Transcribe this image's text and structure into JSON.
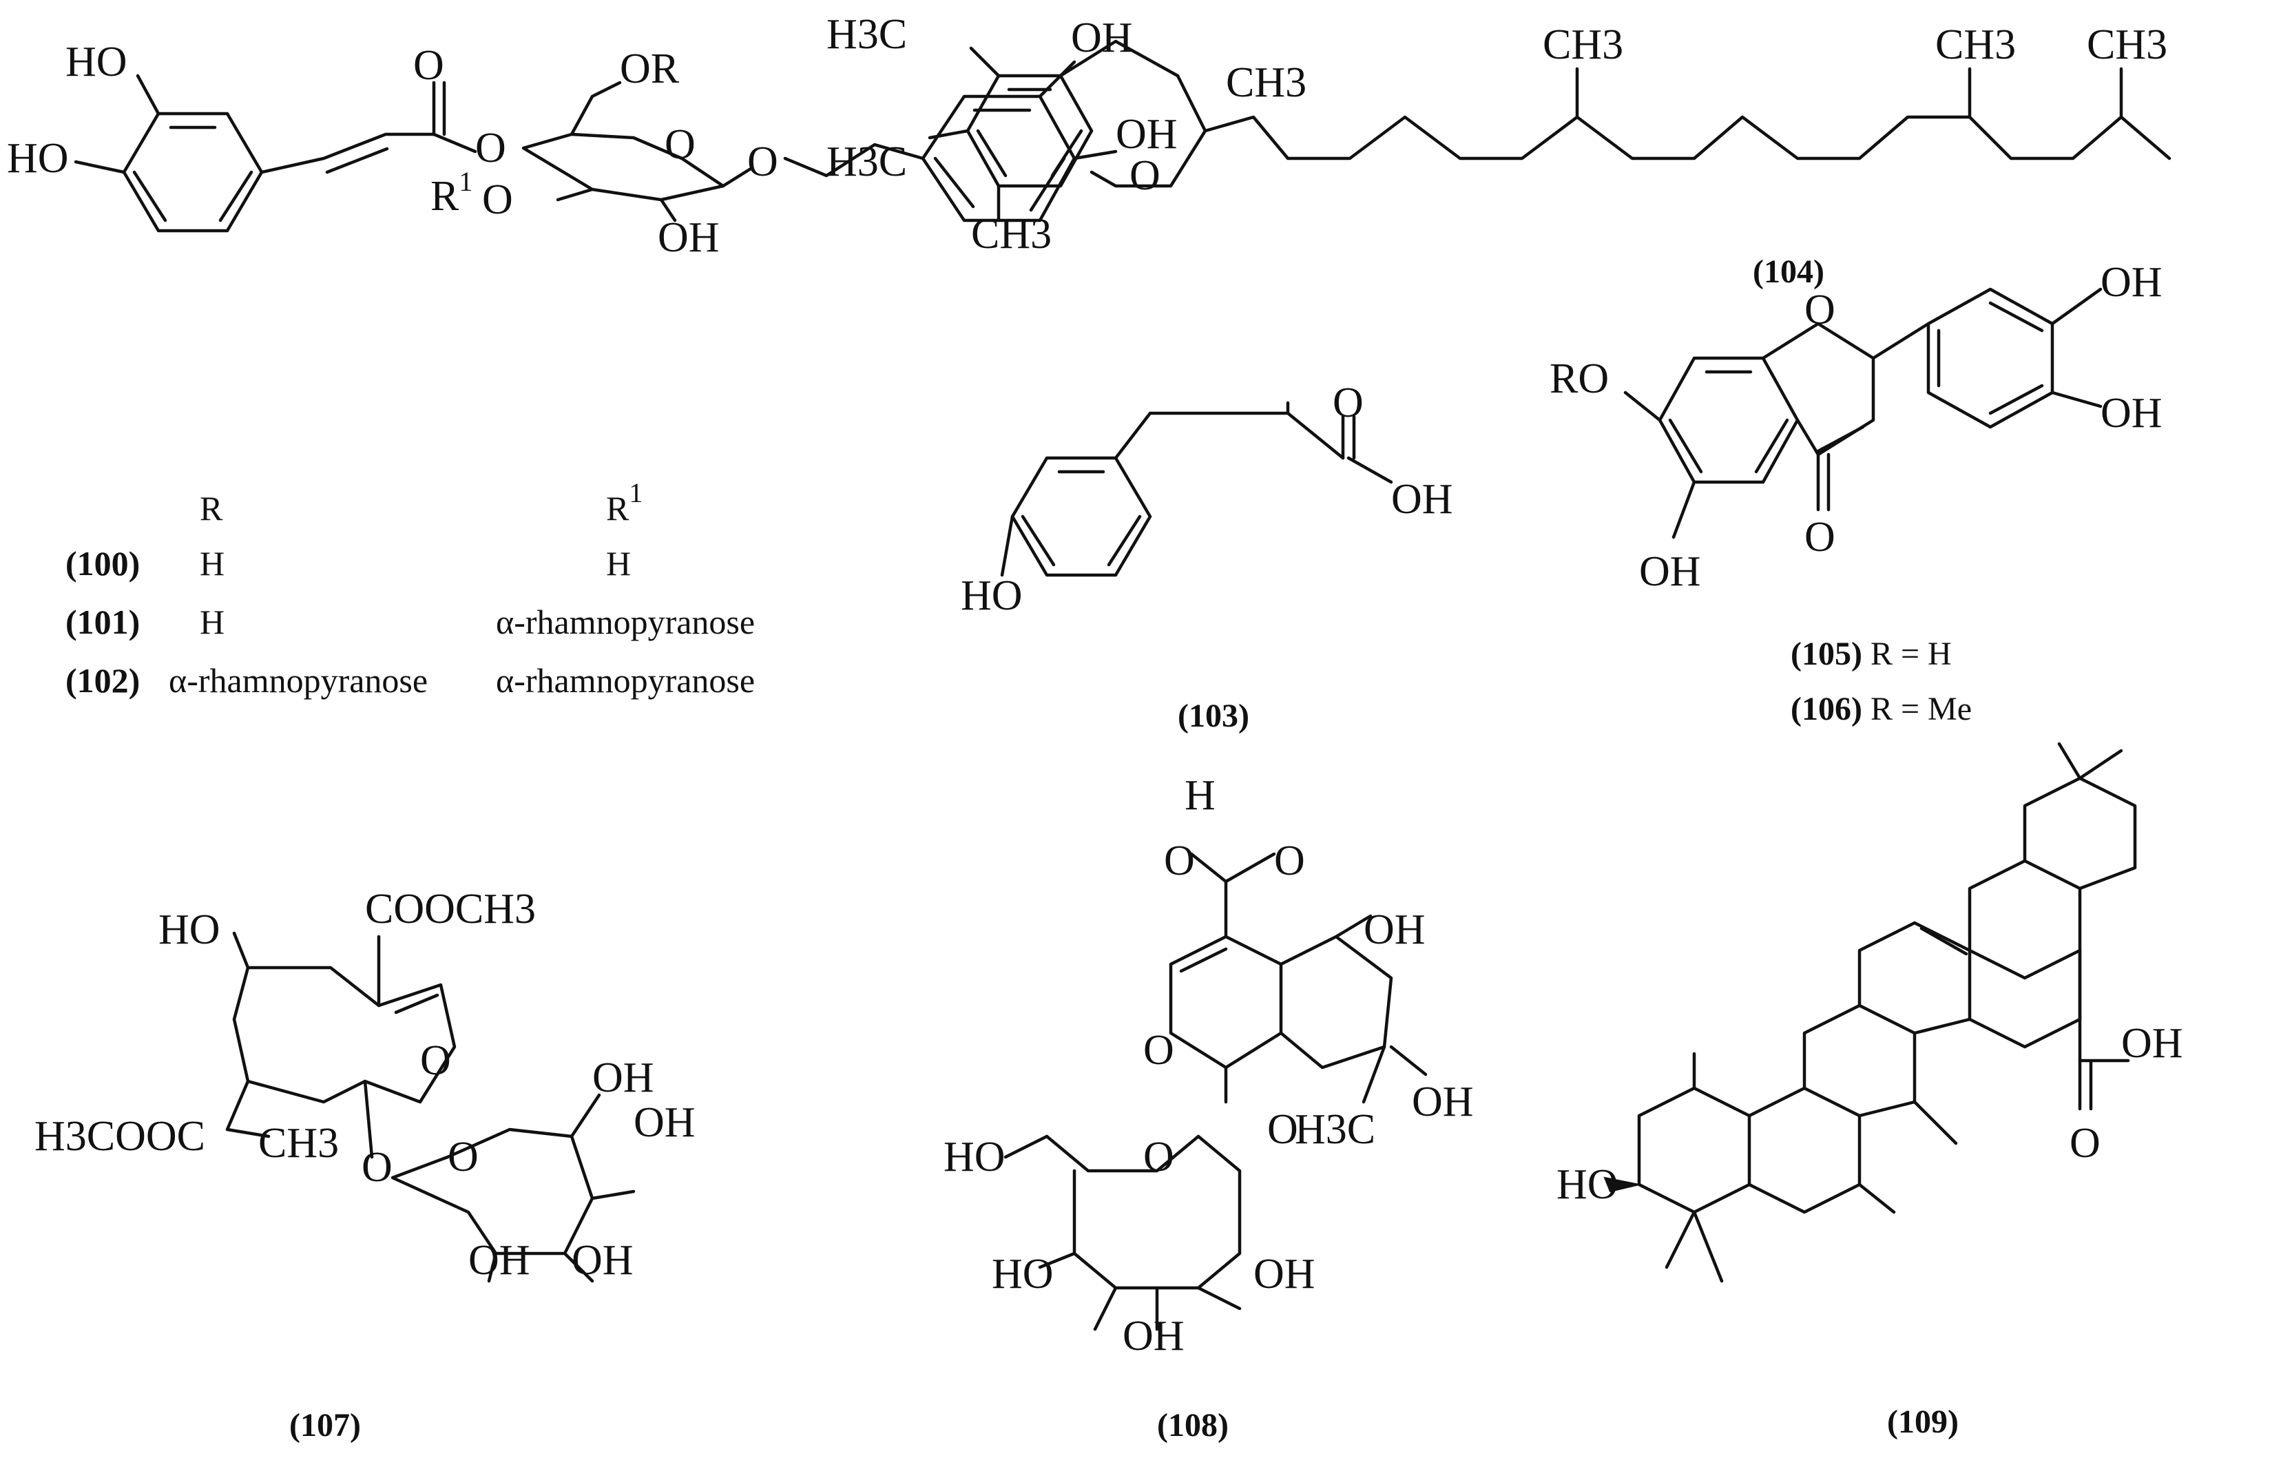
{
  "atoms": {
    "HO": "HO",
    "OH": "OH",
    "O": "O",
    "OR": "OR",
    "R1": "R",
    "sup1": "1",
    "RO": "RO",
    "H": "H",
    "H3C": "H3C",
    "CH3": "CH3",
    "COOCH3": "COOCH3",
    "H3COOC": "H3COOC"
  },
  "substituent_table": {
    "header_r": "R",
    "header_r1": "R",
    "header_r1_sup": "1",
    "rows": [
      {
        "id": "(100)",
        "r": "H",
        "r1": "H"
      },
      {
        "id": "(101)",
        "r": "H",
        "r1": "α-rhamnopyranose"
      },
      {
        "id": "(102)",
        "r": "α-rhamnopyranose",
        "r1": "α-rhamnopyranose"
      }
    ]
  },
  "compound_labels": {
    "c103": "(103)",
    "c104": "(104)",
    "c105": "(105)",
    "c105_def": "R = H",
    "c106": "(106)",
    "c106_def": "R = Me",
    "c107": "(107)",
    "c108": "(108)",
    "c109": "(109)"
  }
}
